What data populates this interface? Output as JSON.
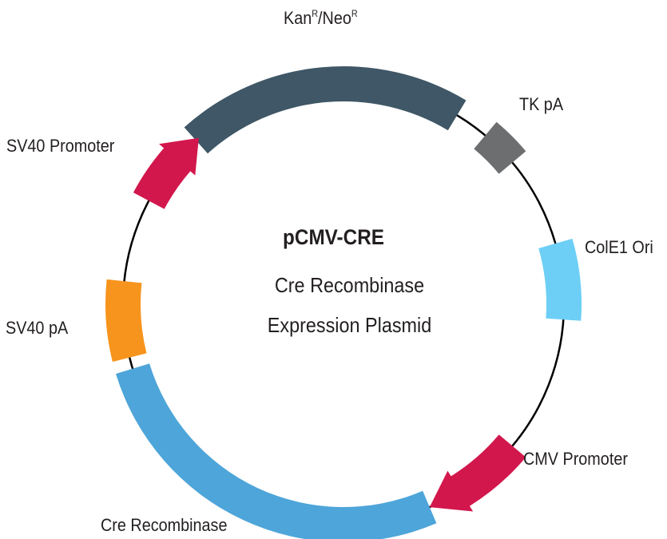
{
  "plasmid": {
    "name": "pCMV-CRE",
    "subtitle_line1": "Cre Recombinase",
    "subtitle_line2": "Expression Plasmid"
  },
  "features": [
    {
      "id": "kan-neo",
      "label_main": "Kan",
      "label_sup1": "R",
      "label_mid": "/Neo",
      "label_sup2": "R",
      "color": "#3f5766",
      "kind": "gene"
    },
    {
      "id": "tk-pa",
      "label": "TK pA",
      "color": "#6d6e70",
      "kind": "polyA"
    },
    {
      "id": "cole1-ori",
      "label": "ColE1 Ori",
      "color": "#6dcff6",
      "kind": "origin"
    },
    {
      "id": "cmv-promoter",
      "label": "CMV Promoter",
      "color": "#d2174c",
      "kind": "promoter"
    },
    {
      "id": "cre-recombinase",
      "label": "Cre Recombinase",
      "color": "#4ea5d9",
      "kind": "gene"
    },
    {
      "id": "sv40-pa",
      "label": "SV40 pA",
      "color": "#f7941d",
      "kind": "polyA"
    },
    {
      "id": "sv40-promoter",
      "label": "SV40 Promoter",
      "color": "#d2174c",
      "kind": "promoter"
    }
  ],
  "backbone_color": "#000000"
}
